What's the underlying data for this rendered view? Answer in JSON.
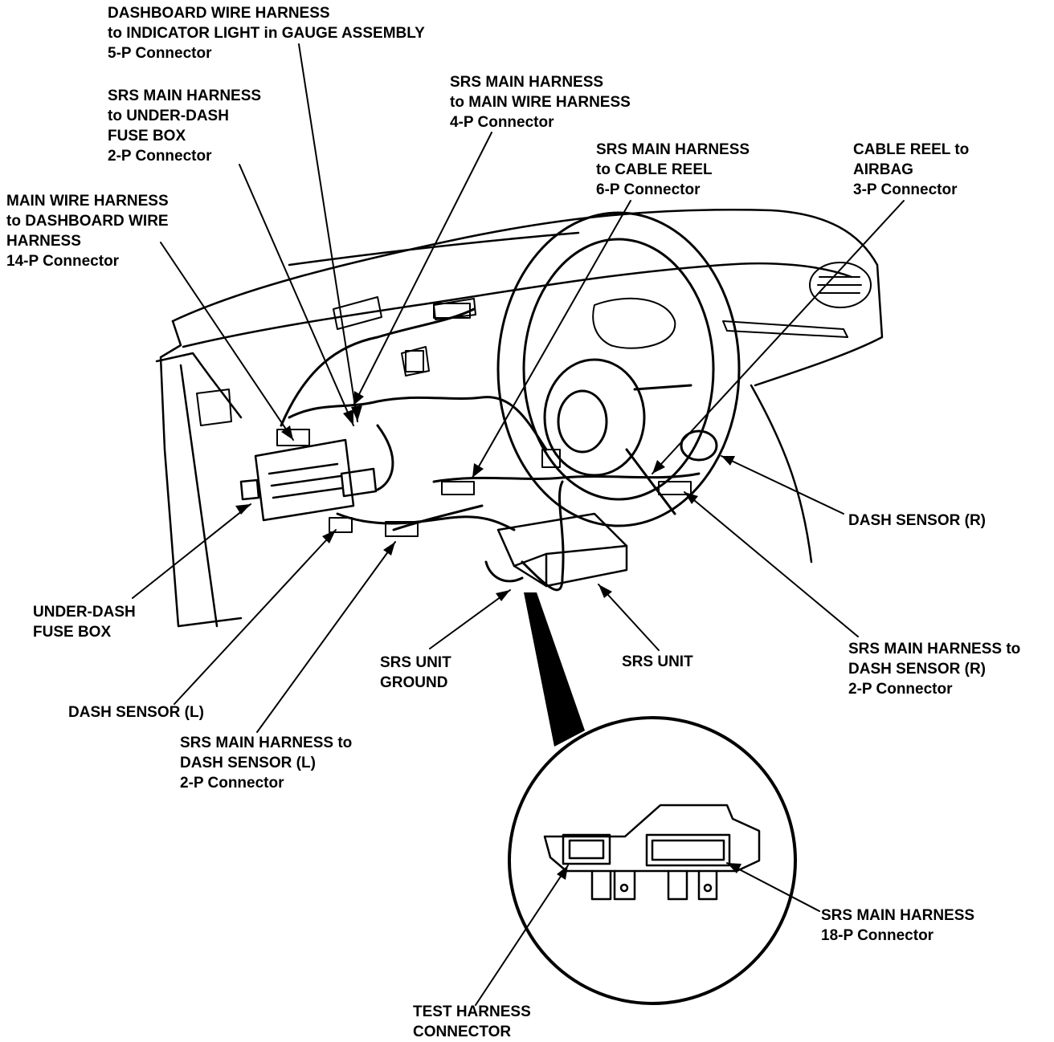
{
  "labels": {
    "dashboard_wire_harness": [
      "DASHBOARD WIRE HARNESS",
      "to INDICATOR LIGHT in GAUGE ASSEMBLY",
      "5-P Connector"
    ],
    "srs_to_underdash": [
      "SRS MAIN HARNESS",
      "to UNDER-DASH",
      "FUSE BOX",
      "2-P Connector"
    ],
    "srs_to_main_wire": [
      "SRS MAIN HARNESS",
      "to MAIN WIRE HARNESS",
      "4-P Connector"
    ],
    "srs_to_cable_reel": [
      "SRS MAIN HARNESS",
      "to CABLE REEL",
      "6-P Connector"
    ],
    "cable_reel_to_airbag": [
      "CABLE REEL to",
      "AIRBAG",
      "3-P Connector"
    ],
    "main_to_dashboard": [
      "MAIN WIRE HARNESS",
      "to DASHBOARD WIRE",
      "HARNESS",
      "14-P Connector"
    ],
    "dash_sensor_r": [
      "DASH SENSOR (R)"
    ],
    "underdash_fuse_box": [
      "UNDER-DASH",
      "FUSE BOX"
    ],
    "srs_unit_ground": [
      "SRS UNIT",
      "GROUND"
    ],
    "srs_unit": [
      "SRS UNIT"
    ],
    "srs_to_dash_sensor_r": [
      "SRS MAIN HARNESS to",
      "DASH SENSOR (R)",
      "2-P Connector"
    ],
    "dash_sensor_l": [
      "DASH SENSOR (L)"
    ],
    "srs_to_dash_sensor_l": [
      "SRS MAIN HARNESS to",
      "DASH SENSOR (L)",
      "2-P Connector"
    ],
    "srs_18p": [
      "SRS MAIN HARNESS",
      "18-P Connector"
    ],
    "test_harness": [
      "TEST HARNESS",
      "CONNECTOR"
    ]
  }
}
